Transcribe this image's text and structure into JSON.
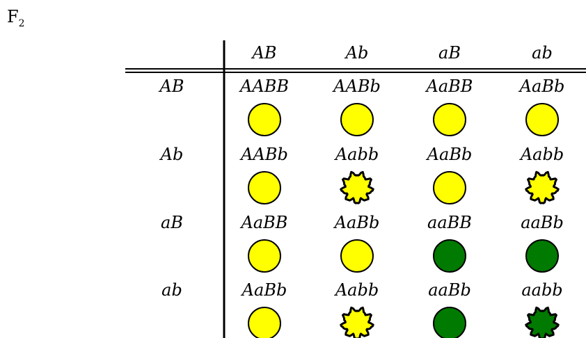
{
  "title": {
    "main": "F",
    "subscript": "2"
  },
  "columns": [
    "AB",
    "Ab",
    "aB",
    "ab"
  ],
  "rows": [
    {
      "label": "AB",
      "cells": [
        {
          "genotype": "AABB",
          "seed_color": "yellow",
          "seed_shape": "round"
        },
        {
          "genotype": "AABb",
          "seed_color": "yellow",
          "seed_shape": "round"
        },
        {
          "genotype": "AaBB",
          "seed_color": "yellow",
          "seed_shape": "round"
        },
        {
          "genotype": "AaBb",
          "seed_color": "yellow",
          "seed_shape": "round"
        }
      ]
    },
    {
      "label": "Ab",
      "cells": [
        {
          "genotype": "AABb",
          "seed_color": "yellow",
          "seed_shape": "round"
        },
        {
          "genotype": "Aabb",
          "seed_color": "yellow",
          "seed_shape": "wrinkled"
        },
        {
          "genotype": "AaBb",
          "seed_color": "yellow",
          "seed_shape": "round"
        },
        {
          "genotype": "Aabb",
          "seed_color": "yellow",
          "seed_shape": "wrinkled"
        }
      ]
    },
    {
      "label": "aB",
      "cells": [
        {
          "genotype": "AaBB",
          "seed_color": "yellow",
          "seed_shape": "round"
        },
        {
          "genotype": "AaBb",
          "seed_color": "yellow",
          "seed_shape": "round"
        },
        {
          "genotype": "aaBB",
          "seed_color": "green",
          "seed_shape": "round"
        },
        {
          "genotype": "aaBb",
          "seed_color": "green",
          "seed_shape": "round"
        }
      ]
    },
    {
      "label": "ab",
      "cells": [
        {
          "genotype": "AaBb",
          "seed_color": "yellow",
          "seed_shape": "round"
        },
        {
          "genotype": "Aabb",
          "seed_color": "yellow",
          "seed_shape": "wrinkled"
        },
        {
          "genotype": "aaBb",
          "seed_color": "green",
          "seed_shape": "round"
        },
        {
          "genotype": "aabb",
          "seed_color": "green",
          "seed_shape": "wrinkled"
        }
      ]
    }
  ],
  "colors": {
    "yellow": "#FFFF00",
    "green": "#007A00",
    "outline": "#000000"
  }
}
